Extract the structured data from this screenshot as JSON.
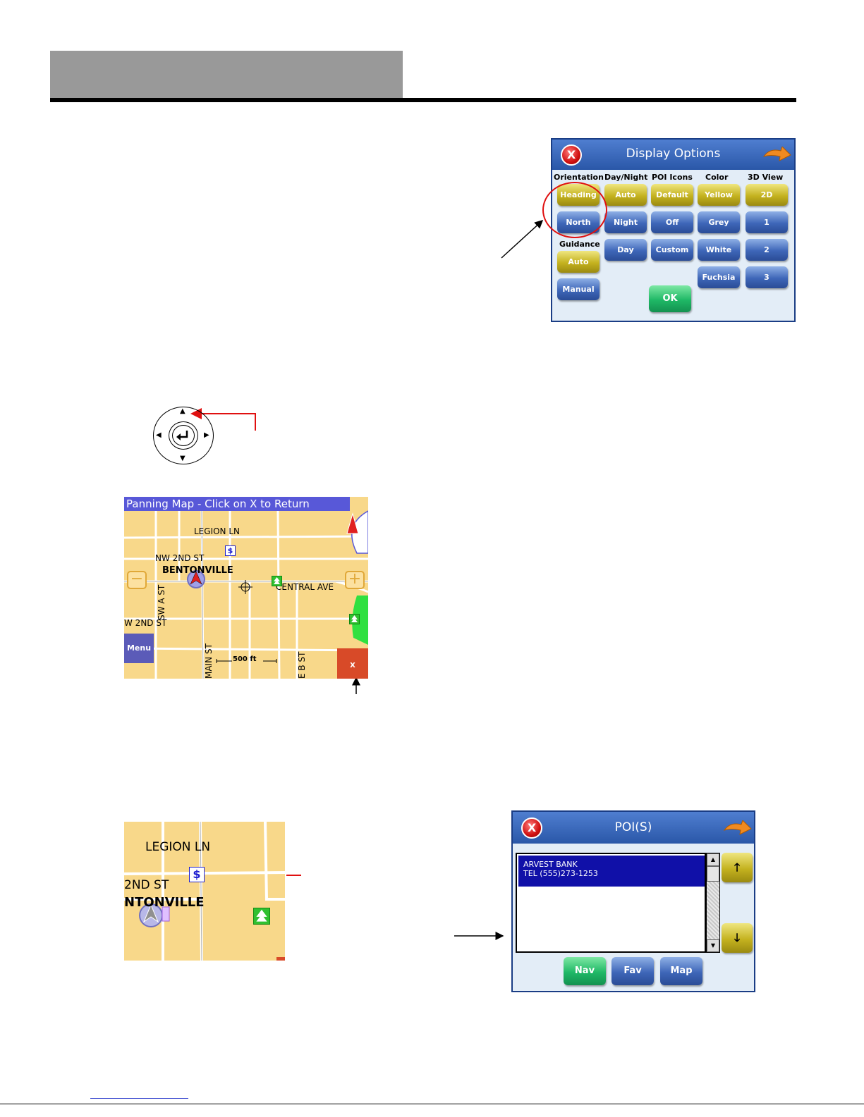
{
  "display_options": {
    "title": "Display Options",
    "close_label": "X",
    "columns": [
      "Orientation",
      "Day/Night",
      "POI Icons",
      "Color",
      "3D View"
    ],
    "orientation": [
      "Heading",
      "North"
    ],
    "guidance_label": "Guidance",
    "guidance": [
      "Auto",
      "Manual"
    ],
    "day_night": [
      "Auto",
      "Night",
      "Day"
    ],
    "poi_icons": [
      "Default",
      "Off",
      "Custom"
    ],
    "color": [
      "Yellow",
      "Grey",
      "White",
      "Fuchsia"
    ],
    "view_3d": [
      "2D",
      "1",
      "2",
      "3"
    ],
    "ok_label": "OK"
  },
  "panning_map": {
    "banner": "Panning Map - Click on X to Return",
    "labels": {
      "legion_ln": "LEGION LN",
      "nw_2nd_st": "NW 2ND ST",
      "bentonville": "BENTONVILLE",
      "central_ave": "CENTRAL AVE",
      "w_2nd_st": "W 2ND ST",
      "sw_a_st": "SW A ST",
      "main_st": "MAIN ST",
      "e_b_st": "E B ST",
      "scale": "500 ft"
    },
    "menu_label": "Menu",
    "x_label": "X",
    "bank_icon": "$",
    "zoom_out": "−",
    "zoom_in": "+"
  },
  "zoom_map": {
    "labels": {
      "legion_ln": "LEGION LN",
      "nd_st": "2ND ST",
      "ntonville": "NTONVILLE"
    },
    "bank_icon": "$"
  },
  "poi_dialog": {
    "title": "POI(S)",
    "close_label": "X",
    "entry_name": "ARVEST BANK",
    "entry_tel": "TEL (555)273-1253",
    "up_label": "🡑",
    "down_label": "🡓",
    "nav_label": "Nav",
    "fav_label": "Fav",
    "map_label": "Map"
  },
  "colors": {
    "header_band": "#999999",
    "dialog_title": "#2a57a8",
    "map_bg": "#f8d88a",
    "highlight_red": "#e01010"
  }
}
